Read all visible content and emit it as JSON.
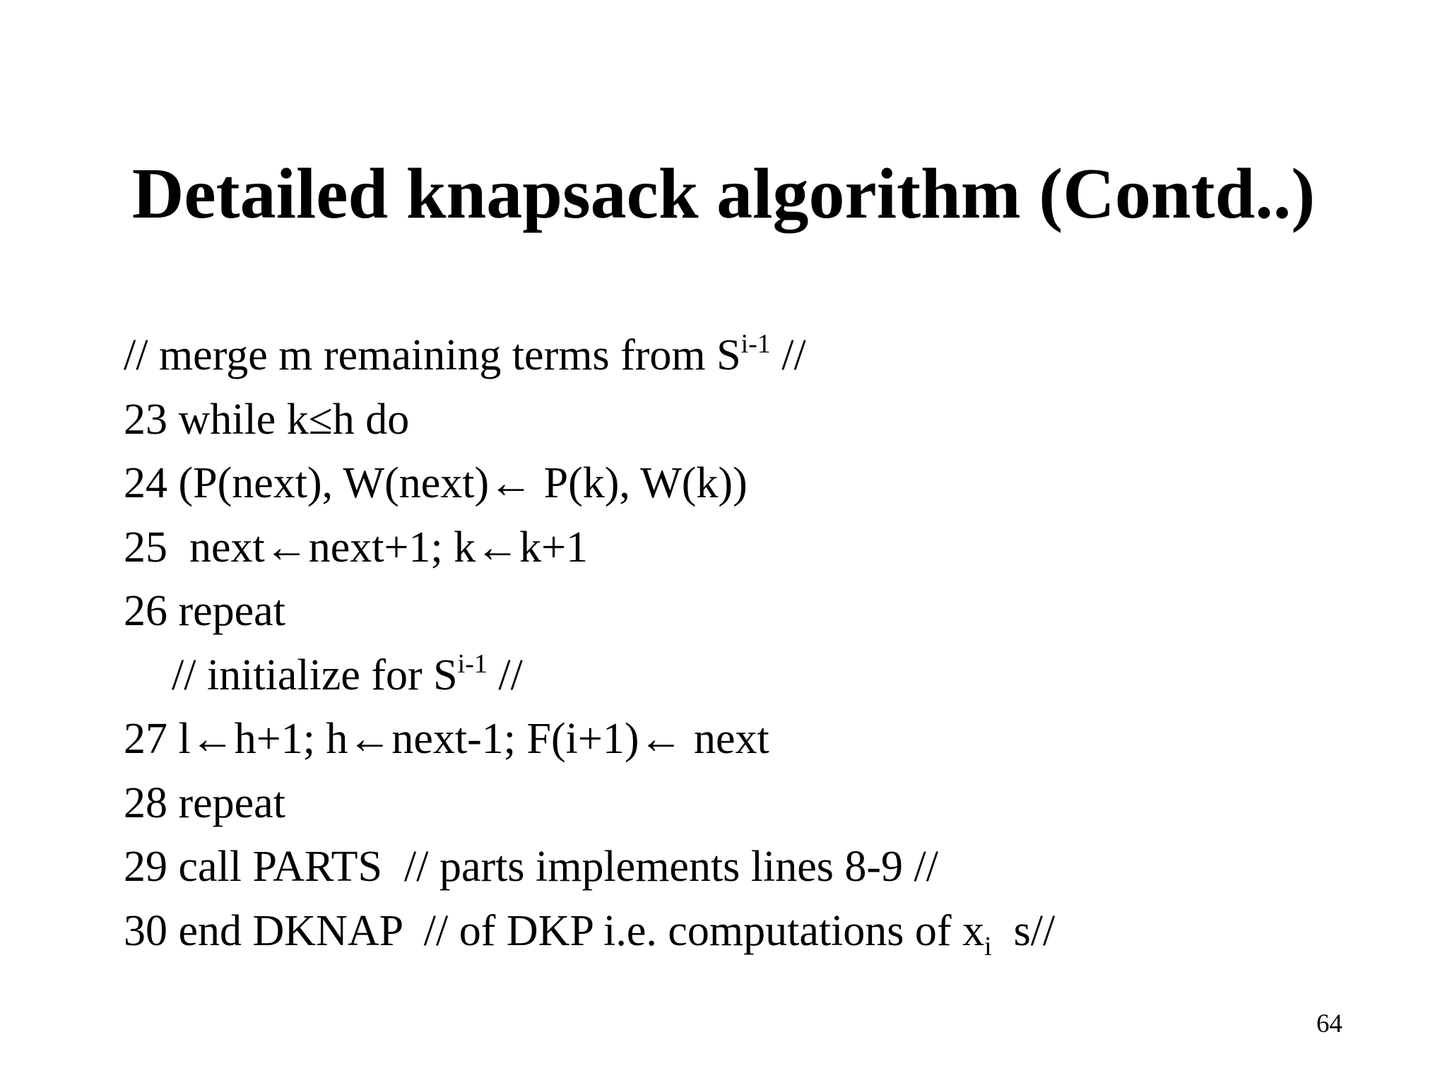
{
  "slide": {
    "title": "Detailed knapsack algorithm (Contd..)",
    "page_number": "64",
    "lines": [
      {
        "pre": "// merge m remaining terms from S",
        "sup": "i-1",
        "post": " //"
      },
      {
        "text": "23 while k≤h do"
      },
      {
        "text": "24 (P(next), W(next)← P(k), W(k))"
      },
      {
        "text": "25  next←next+1; k←k+1"
      },
      {
        "text": "26 repeat"
      },
      {
        "pre": "// initialize for S",
        "sup": "i-1",
        "post": " //"
      },
      {
        "text": "27 l←h+1; h←next-1; F(i+1)← next"
      },
      {
        "text": "28 repeat"
      },
      {
        "text": "29 call PARTS  // parts implements lines 8-9 //"
      },
      {
        "pre": "30 end DKNAP  // of DKP i.e. computations of x",
        "sub": "i",
        "post": "  s//"
      }
    ]
  }
}
